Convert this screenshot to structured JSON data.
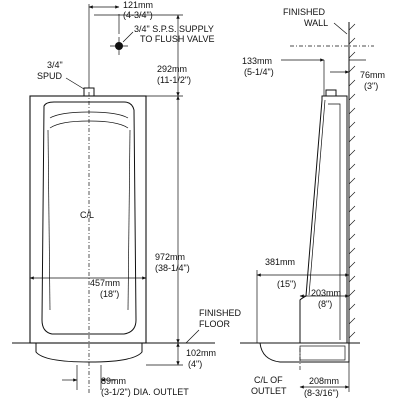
{
  "front_view": {
    "supply_dim": {
      "mm": "121mm",
      "in": "(4-3/4\")"
    },
    "supply_note": [
      "3/4\" S.P.S. SUPPLY",
      "TO FLUSH VALVE"
    ],
    "spud_label": [
      "3/4\"",
      "SPUD"
    ],
    "spud_height": {
      "mm": "292mm",
      "in": "(11-1/2\")"
    },
    "centerline": "C/L",
    "width": {
      "mm": "457mm",
      "in": "(18\")"
    },
    "height": {
      "mm": "972mm",
      "in": "(38-1/4\")"
    },
    "below_floor": {
      "mm": "102mm",
      "in": "(4\")"
    },
    "outlet": {
      "mm": "89mm",
      "in": "(3-1/2\") DIA. OUTLET"
    },
    "floor_label": [
      "FINISHED",
      "FLOOR"
    ]
  },
  "side_view": {
    "wall_label": [
      "FINISHED",
      "WALL"
    ],
    "spud_offset": {
      "mm": "133mm",
      "in": "(5-1/4\")"
    },
    "wall_gap": {
      "mm": "76mm",
      "in": "(3\")"
    },
    "rim_height": {
      "mm": "381mm",
      "in": "(15\")"
    },
    "depth_low": {
      "mm": "203mm",
      "in": "(8\")"
    },
    "outlet_label": [
      "C/L OF",
      "OUTLET"
    ],
    "outlet_offset": {
      "mm": "208mm",
      "in": "(8-3/16\")"
    }
  }
}
